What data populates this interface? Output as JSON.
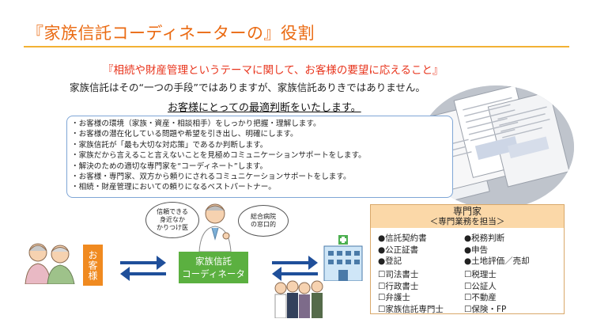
{
  "header": {
    "title": "『家族信託コーディネーターの』役割",
    "subtitle": "『相続や財産管理というテーマに関して、お客様の要望に応えること』"
  },
  "intro": {
    "line1": "家族信託はその“一つの手段”ではありますが、家族信託ありきではありません。",
    "line2": "お客様にとっての最適判断をいたします。"
  },
  "bullets": [
    "・お客様の環境（家族・資産・相談相手）をしっかり把握・理解します。",
    "・お客様の潜在化している問題や希望を引き出し、明確にします。",
    "・家族信託が「最も大切な対応策」であるか判断します。",
    "・家族だから言えること言えないことを見極めコミュニケーションサポートをします。",
    "・解決のための適切な専門家を“コーディネート”します。",
    "・お客様・専門家、双方から頼りにされるコミュニケーションサポートをします。",
    "・相続・財産管理においての頼りになるベストパートナー。"
  ],
  "diagram": {
    "customer_label": "お客様",
    "coordinator_line1": "家族信託",
    "coordinator_line2": "コーディネータ",
    "bubble_left": [
      "信頼できる",
      "身近なか",
      "かりつけ医"
    ],
    "bubble_right": [
      "総合病院",
      "の窓口的"
    ]
  },
  "experts": {
    "title": "専門家",
    "subtitle": "＜専門業務を担当＞",
    "col_a": [
      "●信託契約書",
      "●公正証書",
      "●登記"
    ],
    "col_b": [
      "●税務判断",
      "●申告",
      "●土地評価／売却"
    ],
    "col_c": [
      "☐司法書士",
      "☐行政書士",
      "☐弁護士",
      "☐家族信託専門士"
    ],
    "col_d": [
      "☐税理士",
      "☐公証人",
      "☐不動産",
      "☐保険・FP"
    ]
  },
  "colors": {
    "title": "#ea6a12",
    "accent_red": "#e8341c",
    "customer_box": "#f08a20",
    "coordinator_box": "#5bb040",
    "arrow_blue": "#1f4f9a",
    "expert_header": "#fbd8a8"
  }
}
